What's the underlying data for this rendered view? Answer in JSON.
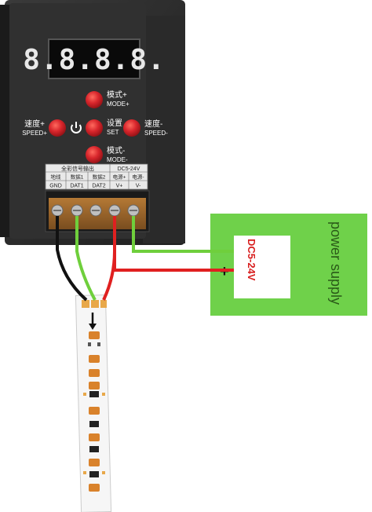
{
  "display": {
    "digits": "8.8.8.8."
  },
  "buttons": {
    "mode_plus": {
      "zh": "模式+",
      "en": "MODE+"
    },
    "speed_plus": {
      "zh": "速度+",
      "en": "SPEED+"
    },
    "set": {
      "zh": "设置",
      "en": "SET"
    },
    "speed_minus": {
      "zh": "速度-",
      "en": "SPEED-"
    },
    "mode_minus": {
      "zh": "模式-",
      "en": "MODE-"
    },
    "power_icon": "power-icon"
  },
  "terminal_label": {
    "header_left": "全彩信号输出",
    "header_right": "DC5-24V",
    "sub1": "地线",
    "sub2": "数据1",
    "sub3": "数据2",
    "sub4": "电源+",
    "sub5": "电源-",
    "bot1": "GND",
    "bot2": "DAT1",
    "bot3": "DAT2",
    "bot4": "V+",
    "bot5": "V-"
  },
  "power_supply": {
    "title": "power supply",
    "voltage": "DC5-24V",
    "minus": "-",
    "plus": "+"
  },
  "colors": {
    "controller_body": "#2b2b2b",
    "button_red": "#d8262c",
    "psu_green": "#6fd14a",
    "wire_green": "#6fcf3c",
    "wire_red": "#e02020",
    "wire_black": "#111111",
    "led_orange": "#d9822b"
  }
}
